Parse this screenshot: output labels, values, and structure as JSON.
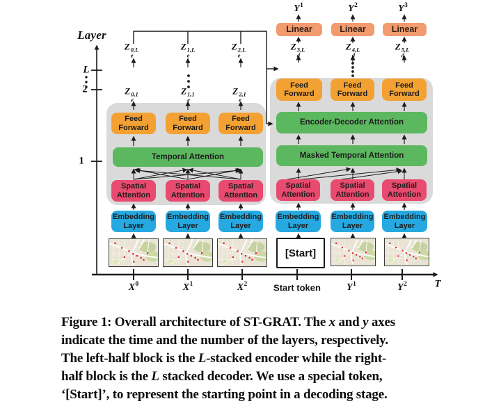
{
  "colors": {
    "orange": "#F3A132",
    "salmon": "#F29B6E",
    "green": "#5CB85F",
    "pink": "#E94A6F",
    "blue": "#26A9E0",
    "block_gray": "#DADADA",
    "map_bg": "#E9E4D5",
    "dot_red": "#E62129"
  },
  "axes": {
    "y_label": "Layer",
    "y_ticks": [
      {
        "text": "L"
      },
      {
        "text": "2"
      },
      {
        "text": "1"
      }
    ],
    "x_ticks": [
      {
        "base": "X",
        "sup": "0"
      },
      {
        "base": "X",
        "sup": "1"
      },
      {
        "base": "X",
        "sup": "2"
      },
      {
        "text": "Start token"
      },
      {
        "base": "Y",
        "sup": "1"
      },
      {
        "base": "Y",
        "sup": "2"
      }
    ],
    "x_end_label": "T"
  },
  "encoder": {
    "top_outputs": [
      {
        "base": "Z",
        "sub": "e",
        "sup": "0,L"
      },
      {
        "base": "Z",
        "sub": "e",
        "sup": "1,L"
      },
      {
        "base": "Z",
        "sub": "e",
        "sup": "2,L"
      }
    ],
    "layer1_outputs": [
      {
        "base": "Z",
        "sub": "e",
        "sup": "0,1"
      },
      {
        "base": "Z",
        "sub": "e",
        "sup": "1,1"
      },
      {
        "base": "Z",
        "sub": "e",
        "sup": "2,1"
      }
    ],
    "feed_forward": "Feed Forward",
    "temporal_attention": "Temporal Attention",
    "spatial_attention": "Spatial Attention",
    "embedding_layer": "Embedding Layer"
  },
  "decoder": {
    "predictions": [
      {
        "base": "Y",
        "sup": "1"
      },
      {
        "base": "Y",
        "sup": "2"
      },
      {
        "base": "Y",
        "sup": "3"
      }
    ],
    "linear": "Linear",
    "top_outputs": [
      {
        "base": "Z",
        "sub": "d",
        "sup": "3,L"
      },
      {
        "base": "Z",
        "sub": "d",
        "sup": "4,L"
      },
      {
        "base": "Z",
        "sub": "d",
        "sup": "5,L"
      }
    ],
    "feed_forward": "Feed Forward",
    "encoder_decoder_attention": "Encoder-Decoder Attention",
    "masked_temporal_attention": "Masked Temporal Attention",
    "spatial_attention": "Spatial Attention",
    "embedding_layer": "Embedding Layer",
    "start_token": "[Start]"
  },
  "caption": {
    "lines": [
      [
        {
          "t": "Figure 1: Overall architecture of ST-GRAT. The "
        },
        {
          "t": "x",
          "i": 1
        },
        {
          "t": " and "
        },
        {
          "t": "y",
          "i": 1
        },
        {
          "t": " axes"
        }
      ],
      [
        {
          "t": "indicate the time and the number of the layers, respectively."
        }
      ],
      [
        {
          "t": "The left-half block is the "
        },
        {
          "t": "L",
          "i": 1
        },
        {
          "t": "-stacked encoder while the right-"
        }
      ],
      [
        {
          "t": "half block is the "
        },
        {
          "t": "L",
          "i": 1
        },
        {
          "t": " stacked decoder. We use a special token,"
        }
      ],
      [
        {
          "t": "‘[Start]’, to represent the starting point in a decoding stage."
        }
      ]
    ]
  }
}
